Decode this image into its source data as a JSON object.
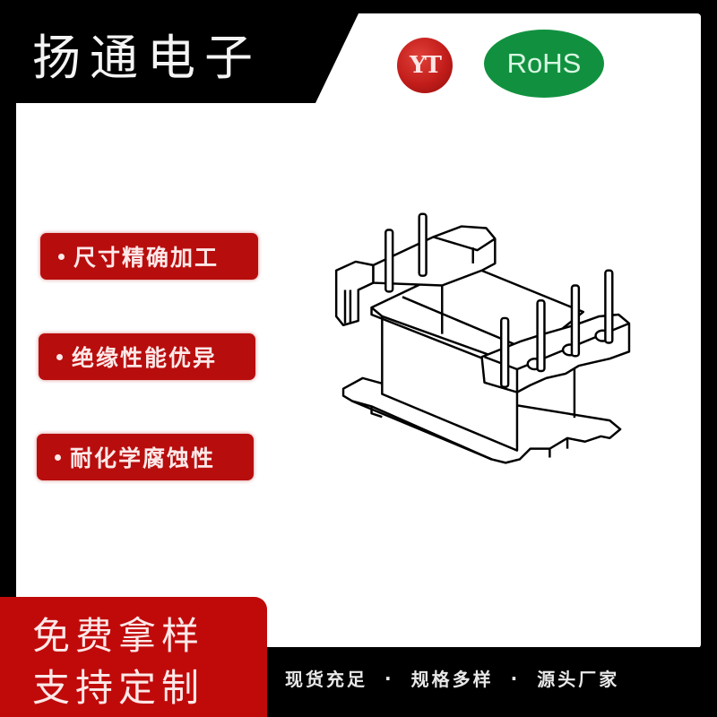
{
  "header": {
    "brand_title": "扬通电子",
    "logo_text": "YT",
    "certification_badge": "RoHS"
  },
  "features": [
    {
      "label": "尺寸精确加工"
    },
    {
      "label": "绝缘性能优异"
    },
    {
      "label": "耐化学腐蚀性"
    }
  ],
  "product": {
    "image": "transformer-bobbin-line-drawing"
  },
  "cta": {
    "line1": "免费拿样",
    "line2": "支持定制"
  },
  "slogan": {
    "items": [
      "现货充足",
      "规格多样",
      "源头厂家"
    ],
    "separator": "·"
  },
  "colors": {
    "brand_red": "#c00a0a",
    "rohs_green": "#11913f",
    "frame_black": "#000000"
  }
}
